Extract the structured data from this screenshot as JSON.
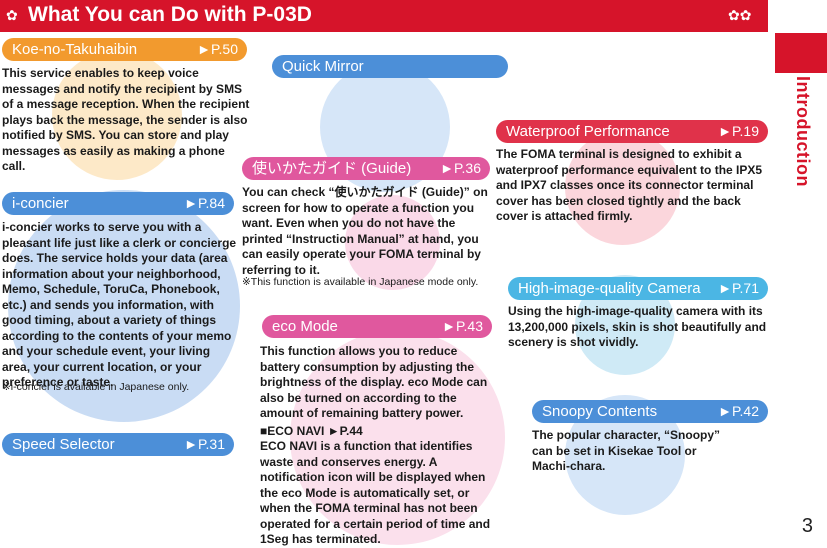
{
  "header": {
    "title": "What You can Do with P-03D",
    "flower_left": "✿",
    "flower_right": "✿✿"
  },
  "side_tab": {
    "label": "Introduction"
  },
  "page_number": "3",
  "sections": {
    "koe": {
      "title": "Koe-no-Takuhaibin",
      "ref": "►P.50",
      "text": "This service enables to keep voice messages and notify the recipient by SMS of a message reception. When the recipient plays back the message, the sender is also notified by SMS. You can store and play messages as easily as making a phone call."
    },
    "iconcier": {
      "title": "i-concier",
      "ref": "►P.84",
      "text": "i-concier works to serve you with a pleasant life just like a clerk or concierge does. The service holds your data (area information about your neighborhood, Memo, Schedule, ToruCa, Phonebook, etc.) and sends you information, with good timing, about a variety of things according to the contents of your memo and your schedule event, your living area, your current location, or your preference or taste.",
      "note": "※i-concier is available in Japanese only."
    },
    "speed": {
      "title": "Speed Selector",
      "ref": "►P.31"
    },
    "quick": {
      "title": "Quick Mirror"
    },
    "guide": {
      "title": "使いかたガイド (Guide)",
      "ref": "►P.36",
      "text": "You can check “使いかたガイド (Guide)” on screen for how to operate a function you want. Even when you do not have the printed “Instruction Manual” at hand, you can easily operate your FOMA terminal by referring to it.",
      "note": "※This function is available in Japanese mode only."
    },
    "eco": {
      "title": "eco Mode",
      "ref": "►P.43",
      "text": "This function allows you to reduce battery consumption by adjusting the brightness of the display. eco Mode can also be turned on according to the amount of remaining battery power.",
      "sub_title": "■ECO NAVI ►P.44",
      "sub_text": "ECO NAVI is a function that identifies waste and conserves energy. A notification icon will be displayed when the eco Mode is automatically set, or when the FOMA terminal has not been operated for a certain period of time and 1Seg has terminated."
    },
    "waterproof": {
      "title": "Waterproof Performance",
      "ref": "►P.19",
      "text": "The FOMA terminal is designed to exhibit a waterproof performance equivalent to the IPX5 and IPX7 classes once its connector terminal cover has been closed tightly and the back cover is attached firmly."
    },
    "camera": {
      "title": "High-image-quality Camera",
      "ref": "►P.71",
      "text": "Using the high-image-quality camera with its 13,200,000 pixels, skin is shot beautifully and scenery is shot vividly."
    },
    "snoopy": {
      "title": "Snoopy Contents",
      "ref": "►P.42",
      "text": "The popular character, “Snoopy” can be set in Kisekae Tool or Machi-chara."
    }
  },
  "colors": {
    "header_red": "#d6142a",
    "orange": "#f29a2e",
    "blue": "#4c8fd8",
    "pink": "#e0589e",
    "red": "#e0324a",
    "cyan": "#4bb6e4"
  }
}
